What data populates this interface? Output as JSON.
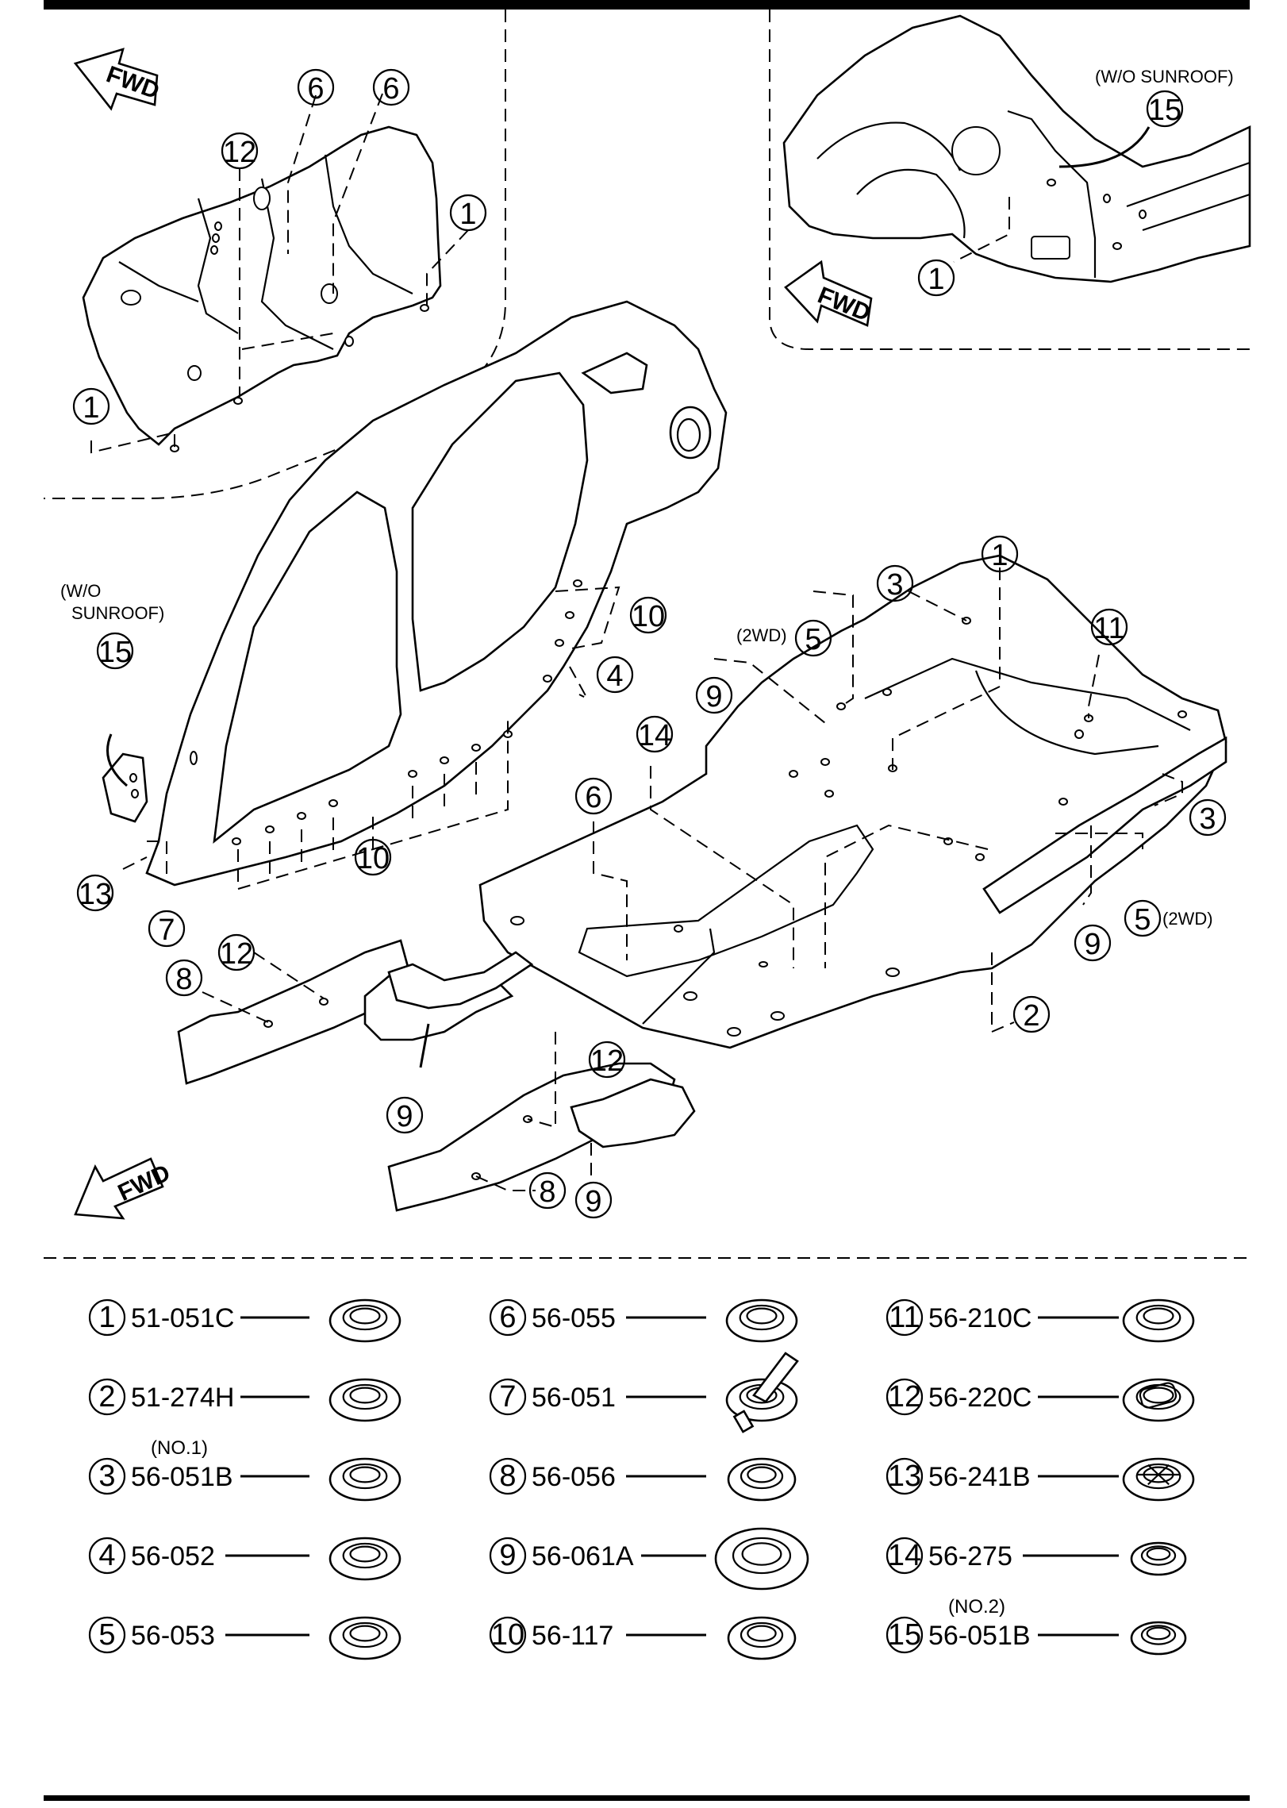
{
  "direction_labels": {
    "fwd": "FWD"
  },
  "notes": {
    "wo_sunroof_right": "(W/O SUNROOF)",
    "wo_sunroof_left_1": "(W/O",
    "wo_sunroof_left_2": "SUNROOF)",
    "twowd": "(2WD)"
  },
  "callouts": {
    "c1": "1",
    "c2": "2",
    "c3": "3",
    "c4": "4",
    "c5": "5",
    "c6": "6",
    "c7": "7",
    "c8": "8",
    "c9": "9",
    "c10": "10",
    "c11": "11",
    "c12": "12",
    "c13": "13",
    "c14": "14",
    "c15": "15"
  },
  "legend": [
    {
      "num": "1",
      "part": "51-051C",
      "note": ""
    },
    {
      "num": "2",
      "part": "51-274H",
      "note": ""
    },
    {
      "num": "3",
      "part": "56-051B",
      "note": "(NO.1)"
    },
    {
      "num": "4",
      "part": "56-052",
      "note": ""
    },
    {
      "num": "5",
      "part": "56-053",
      "note": ""
    },
    {
      "num": "6",
      "part": "56-055",
      "note": ""
    },
    {
      "num": "7",
      "part": "56-051",
      "note": ""
    },
    {
      "num": "8",
      "part": "56-056",
      "note": ""
    },
    {
      "num": "9",
      "part": "56-061A",
      "note": ""
    },
    {
      "num": "10",
      "part": "56-117",
      "note": ""
    },
    {
      "num": "11",
      "part": "56-210C",
      "note": ""
    },
    {
      "num": "12",
      "part": "56-220C",
      "note": ""
    },
    {
      "num": "13",
      "part": "56-241B",
      "note": ""
    },
    {
      "num": "14",
      "part": "56-275",
      "note": ""
    },
    {
      "num": "15",
      "part": "56-051B",
      "note": "(NO.2)"
    }
  ]
}
